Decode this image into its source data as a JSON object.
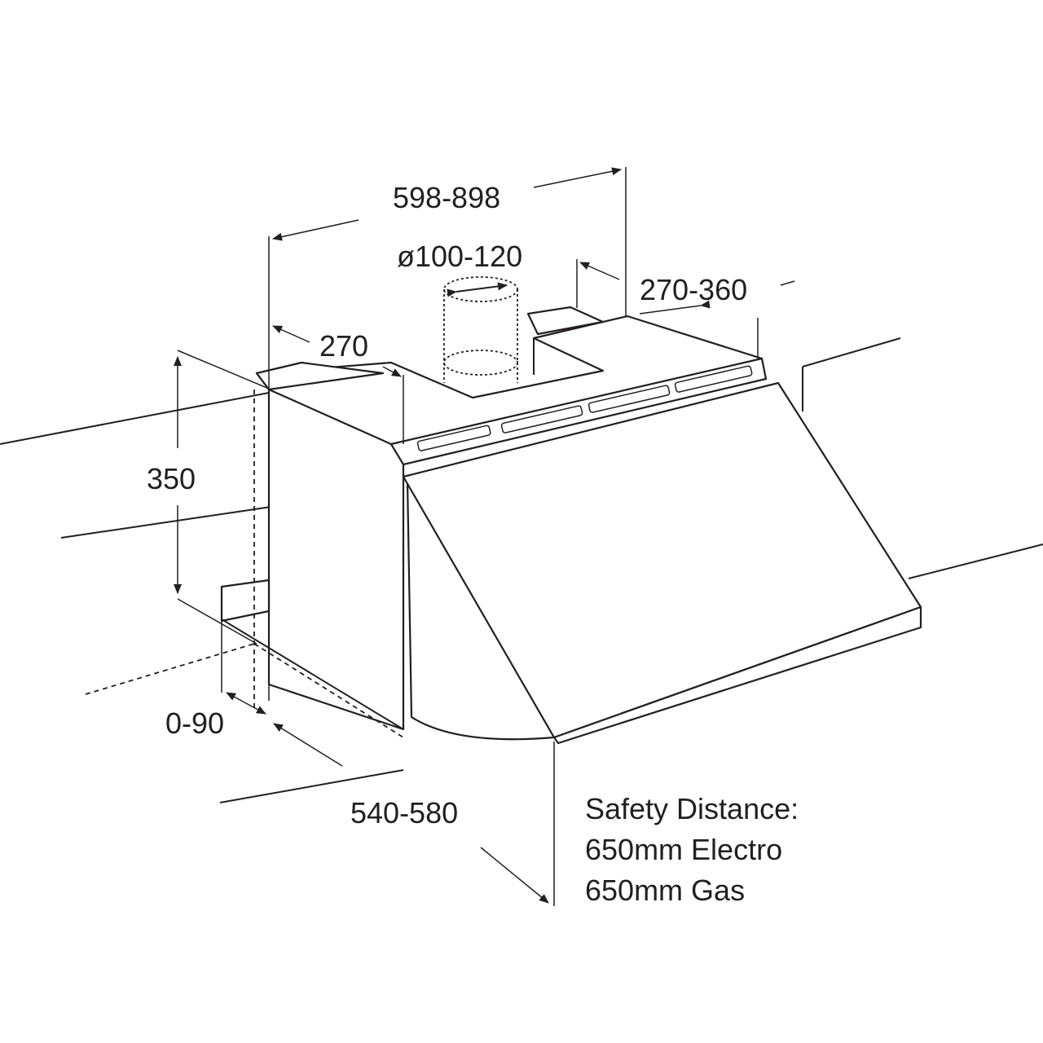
{
  "dimensions": {
    "width": "598-898",
    "duct_diameter": "ø100-120",
    "rear_depth": "270-360",
    "side_depth": "270",
    "height": "350",
    "offset": "0-90",
    "depth": "540-580"
  },
  "safety_note": {
    "title": "Safety Distance:",
    "electro": "650mm Electro",
    "gas": "650mm Gas"
  },
  "colors": {
    "line": "#231f20",
    "background": "#ffffff"
  }
}
